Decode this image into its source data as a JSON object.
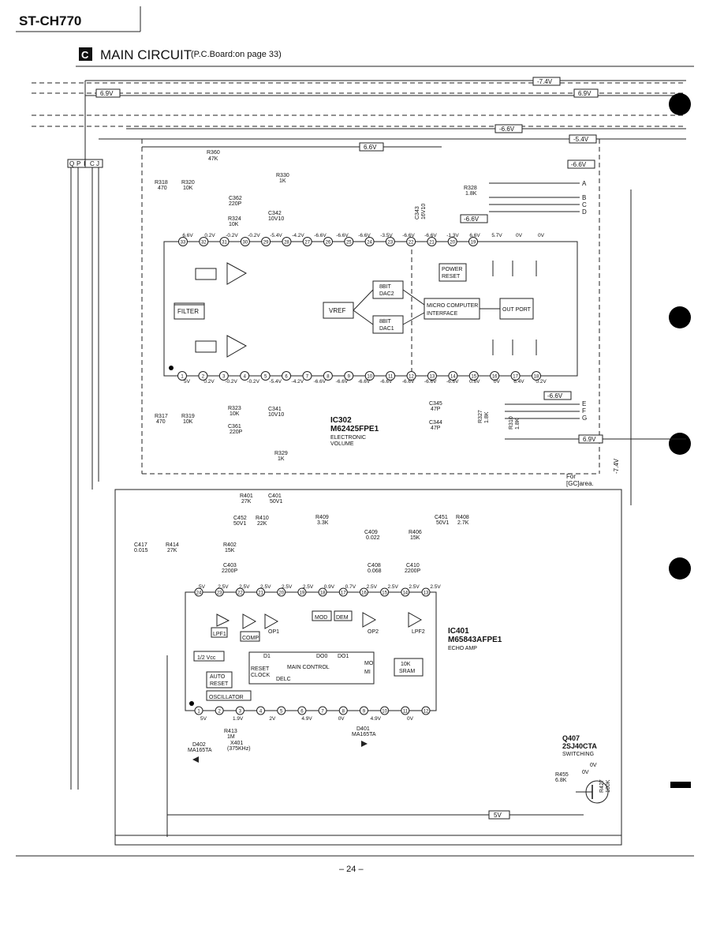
{
  "header": {
    "model": "ST-CH770",
    "section_letter": "C",
    "title": "MAIN CIRCUIT",
    "subtitle": "(P.C.Board:on page 33)"
  },
  "page_number": "– 24 –",
  "rails": {
    "rail_7v4": "-7.4V",
    "rail_6v9": "6.9V",
    "rail_6v9_right": "6.9V",
    "rail_6v6": "-6.6V",
    "rail_5v4": "-5.4V",
    "rail_6v6_b": "6.6V",
    "rail_6v6_c": "-6.6V",
    "rail_6v6_d": "-6.6V",
    "rail_6v6_e": "-6.6V",
    "rail_6v9_low": "6.9V",
    "rail_7v4_low": "-7.4V",
    "rail_5v": "5V"
  },
  "connector": {
    "pins": [
      "Q",
      "P",
      "I",
      "C",
      "J"
    ]
  },
  "outputs": {
    "a": "A",
    "b": "B",
    "c": "C",
    "d": "D",
    "e": "E",
    "f": "F",
    "g": "G"
  },
  "ic302": {
    "ref": "IC302",
    "part": "M62425FPE1",
    "function": "ELECTRONIC",
    "function2": "VOLUME",
    "top_pins": [
      "33",
      "32",
      "31",
      "30",
      "29",
      "28",
      "27",
      "26",
      "25",
      "24",
      "23",
      "22",
      "21",
      "20",
      "19"
    ],
    "top_voltages": [
      "6.6V",
      "0.2V",
      "-0.2V",
      "-0.2V",
      "-5.4V",
      "-4.2V",
      "-6.6V",
      "-6.6V",
      "-6.6V",
      "-3.5V",
      "-6.6V",
      "-6.6V",
      "-1.3V",
      "6.6V",
      "5.7V",
      "0V",
      "0V"
    ],
    "bottom_pins": [
      "1",
      "2",
      "3",
      "4",
      "5",
      "6",
      "7",
      "8",
      "9",
      "10",
      "11",
      "12",
      "13",
      "14",
      "15",
      "16",
      "17",
      "18"
    ],
    "bottom_voltages": [
      "5V",
      "0.2V",
      "-0.2V",
      "-0.2V",
      "-5.4V",
      "-4.2V",
      "-6.6V",
      "-6.6V",
      "-6.6V",
      "-6.6V",
      "-6.6V",
      "-6.6V",
      "-6.6V",
      "0.6V",
      "0V",
      "6.4V",
      "0.2V"
    ],
    "blocks": {
      "filter": "FILTER",
      "vref": "VREF",
      "dac2a": "8BIT",
      "dac2b": "DAC2",
      "dac1a": "8BIT",
      "dac1b": "DAC1",
      "mci_a": "MICRO COMPUTER",
      "mci_b": "INTERFACE",
      "power_a": "POWER",
      "power_b": "RESET",
      "outport": "OUT PORT"
    }
  },
  "ic401": {
    "ref": "IC401",
    "part": "M65843AFPE1",
    "function": "ECHO AMP",
    "top_pins": [
      "24",
      "23",
      "22",
      "21",
      "20",
      "19",
      "18",
      "17",
      "16",
      "15",
      "14",
      "13"
    ],
    "top_voltages": [
      "5V",
      "2.5V",
      "2.5V",
      "2.5V",
      "2.5V",
      "2.5V",
      "0.9V",
      "0.7V",
      "2.5V",
      "2.5V",
      "2.5V",
      "2.5V"
    ],
    "bottom_pins": [
      "1",
      "2",
      "3",
      "4",
      "5",
      "6",
      "7",
      "8",
      "9",
      "10",
      "11",
      "12"
    ],
    "bottom_voltages": [
      "5V",
      "1.9V",
      "2V",
      "4.9V",
      "0V",
      "4.9V",
      "0V"
    ],
    "blocks": {
      "lpf1": "LPF1",
      "comp": "COMP",
      "op1": "OP1",
      "mod": "MOD",
      "dem": "DEM",
      "op2": "OP2",
      "lpf2": "LPF2",
      "vcc": "1/2 Vcc",
      "auto_a": "AUTO",
      "auto_b": "RESET",
      "osc": "OSCILLATOR",
      "main": "MAIN CONTROL",
      "sram_a": "10K",
      "sram_b": "SRAM",
      "d1": "D1",
      "do0": "DO0",
      "do1": "DO1",
      "mo": "MO",
      "mi": "MI",
      "reset": "RESET",
      "clock": "CLOCK",
      "delc": "DELC"
    }
  },
  "components": {
    "r360": [
      "R360",
      "47K"
    ],
    "r318": [
      "R318",
      "470"
    ],
    "r320": [
      "R320",
      "10K"
    ],
    "r330": [
      "R330",
      "1K"
    ],
    "r328": [
      "R328",
      "1.8K"
    ],
    "r324": [
      "R324",
      "10K"
    ],
    "c362": [
      "C362",
      "220P"
    ],
    "c342": [
      "C342",
      "10V10"
    ],
    "c343": [
      "C343",
      "16V10"
    ],
    "r317": [
      "R317",
      "470"
    ],
    "r319": [
      "R319",
      "10K"
    ],
    "r323": [
      "R323",
      "10K"
    ],
    "c361": [
      "C361",
      "220P"
    ],
    "c341": [
      "C341",
      "10V10"
    ],
    "r329": [
      "R329",
      "1K"
    ],
    "c345": [
      "C345",
      "47P"
    ],
    "c344": [
      "C344",
      "47P"
    ],
    "r327": [
      "R327",
      "1.8K"
    ],
    "r310": [
      "R310",
      "1.8K"
    ],
    "r401": [
      "R401",
      "27K"
    ],
    "c401": [
      "C401",
      "50V1"
    ],
    "c452": [
      "C452",
      "50V1"
    ],
    "r410": [
      "R410",
      "22K"
    ],
    "r409": [
      "R409",
      "3.3K"
    ],
    "c451": [
      "C451",
      "50V1"
    ],
    "r408": [
      "R408",
      "2.7K"
    ],
    "c409": [
      "C409",
      "0.022"
    ],
    "r406": [
      "R406",
      "15K"
    ],
    "c417": [
      "C417",
      "0.015"
    ],
    "r414": [
      "R414",
      "27K"
    ],
    "r402": [
      "R402",
      "15K"
    ],
    "c403": [
      "C403",
      "2200P"
    ],
    "c408": [
      "C408",
      "0.068"
    ],
    "c410": [
      "C410",
      "2200P"
    ],
    "r413": [
      "R413",
      "1M"
    ],
    "x401": [
      "X401",
      "(375KHz)"
    ],
    "d402": [
      "D402",
      "MA165TA"
    ],
    "d401": [
      "D401",
      "MA165TA"
    ],
    "r455": [
      "R455",
      "6.8K"
    ],
    "r427": [
      "R427",
      "100K"
    ]
  },
  "q407": {
    "ref": "Q407",
    "part": "2SJ40CTA",
    "function": "SWITCHING",
    "v_d": "0V",
    "v_s": "0V"
  },
  "notes": {
    "for": "For",
    "area": "[GC]area."
  }
}
